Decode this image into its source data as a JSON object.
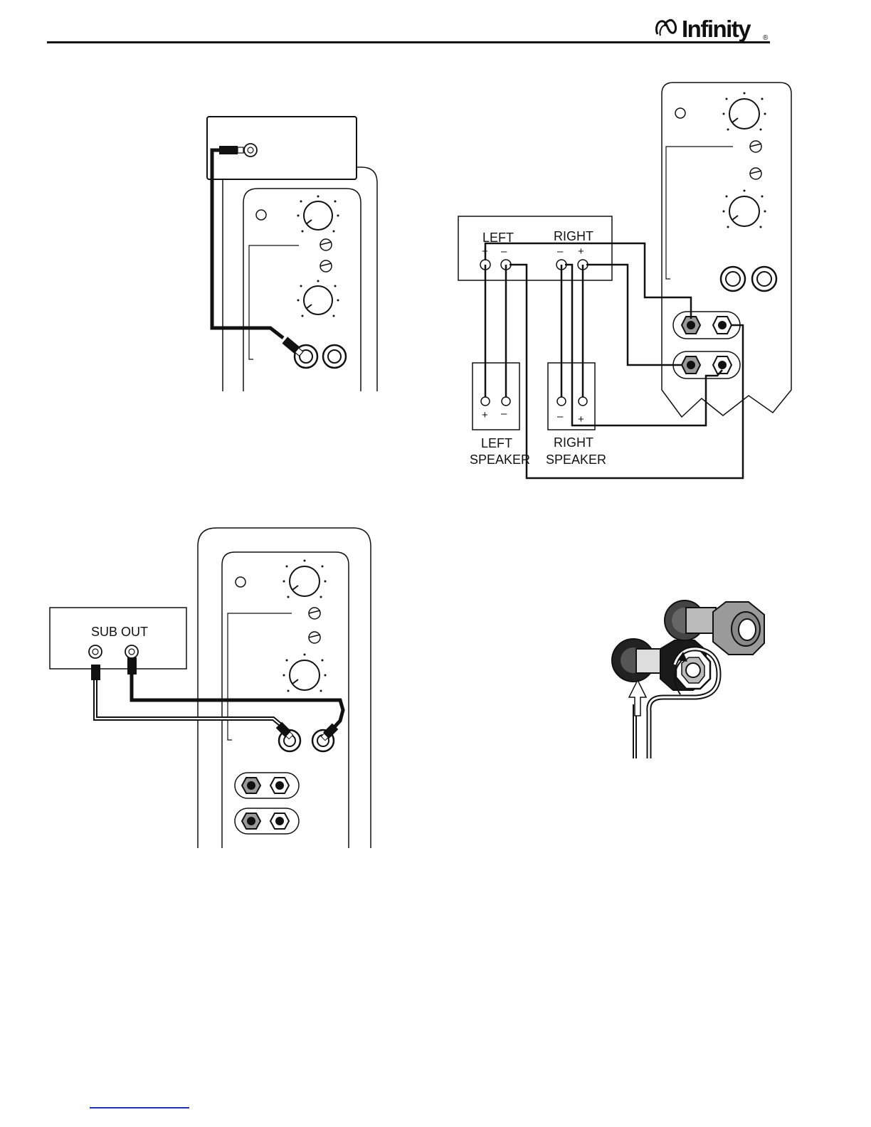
{
  "brand": {
    "name": "Infinity",
    "registered": "®"
  },
  "fig1": {},
  "fig2": {
    "left_label": "LEFT",
    "right_label": "RIGHT",
    "plus": "+",
    "minus": "–",
    "left_speaker_line1": "LEFT",
    "left_speaker_line2": "SPEAKER",
    "right_speaker_line1": "RIGHT",
    "right_speaker_line2": "SPEAKER"
  },
  "fig3": {
    "sub_out_label": "SUB OUT"
  },
  "fig4": {},
  "colors": {
    "ink": "#111111",
    "gray_post": "#9a9a9a",
    "link_blue": "#2233aa"
  }
}
